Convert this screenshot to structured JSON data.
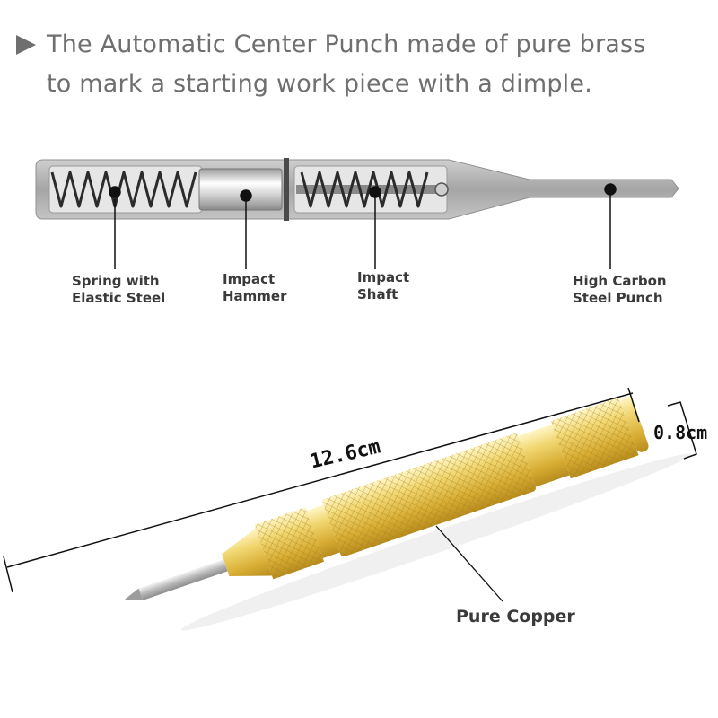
{
  "headline": {
    "line1": "The Automatic Center Punch made of pure brass",
    "line2": "to mark a starting work piece with a dimple."
  },
  "cutaway": {
    "labels": [
      {
        "id": "spring",
        "line1": "Spring with",
        "line2": "Elastic Steel"
      },
      {
        "id": "hammer",
        "line1": "Impact",
        "line2": "Hammer"
      },
      {
        "id": "shaft",
        "line1": "Impact",
        "line2": "Shaft"
      },
      {
        "id": "tip",
        "line1": "High Carbon",
        "line2": "Steel Punch"
      }
    ]
  },
  "dimensions": {
    "length": "12.6cm",
    "diameter": "0.8cm"
  },
  "material": "Pure Copper",
  "icons": [
    "arrow-bullet-icon"
  ],
  "colors": {
    "headline_text": "#6f6f6f",
    "label_text": "#3a3a3a",
    "steel_body": "#a8a8a8",
    "brass": "#e3c04c"
  }
}
